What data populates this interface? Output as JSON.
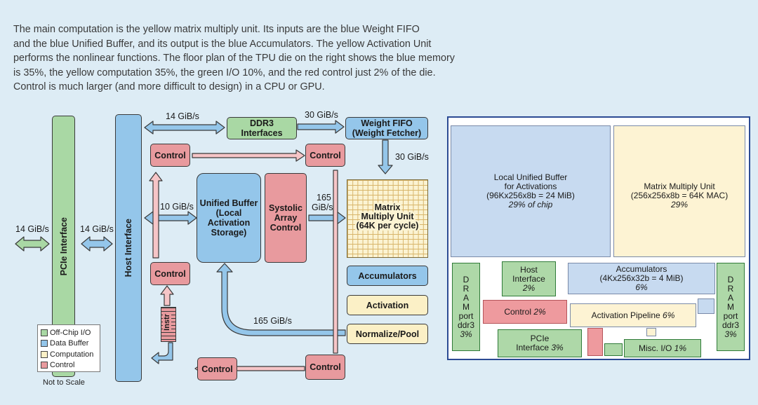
{
  "caption": [
    "The main computation is the yellow matrix multiply unit. Its inputs are the blue Weight FIFO",
    "and the blue Unified Buffer, and its output is the blue Accumulators. The yellow Activation Unit",
    "performs the nonlinear functions. The floor plan of the TPU die on the right shows the blue memory",
    "is 35%, the yellow computation 35%, the green I/O 10%, and the red control just 2% of the die.",
    "Control is much larger (and more difficult to design) in a CPU or GPU."
  ],
  "diagram": {
    "pcie_interface": "PCIe Interface",
    "host_interface": "Host Interface",
    "ddr3_interfaces": [
      "DDR3",
      "Interfaces"
    ],
    "weight_fifo": [
      "Weight FIFO",
      "(Weight Fetcher)"
    ],
    "control": "Control",
    "unified_buffer": [
      "Unified Buffer",
      "(Local",
      "Activation",
      "Storage)"
    ],
    "systolic_array_control": [
      "Systolic",
      "Array",
      "Control"
    ],
    "matrix_multiply_unit": [
      "Matrix",
      "Multiply Unit",
      "(64K per cycle)"
    ],
    "accumulators": "Accumulators",
    "activation": "Activation",
    "normalize_pool": "Normalize/Pool",
    "instr": "Instr",
    "bw_14_left": "14 GiB/s",
    "bw_14_mid": "14 GiB/s",
    "bw_14_top": "14 GiB/s",
    "bw_30_top": "30 GiB/s",
    "bw_30_right": "30 GiB/s",
    "bw_10": "10 GiB/s",
    "bw_165_top": "165",
    "bw_165_unit": "GiB/s",
    "bw_165_bottom": "165 GiB/s"
  },
  "legend": {
    "items": [
      {
        "label": "Off-Chip I/O",
        "color": "#a9d8a4"
      },
      {
        "label": "Data Buffer",
        "color": "#94c6ea"
      },
      {
        "label": "Computation",
        "color": "#fbf0c6"
      },
      {
        "label": "Control",
        "color": "#e89a9e"
      }
    ],
    "note": "Not to Scale"
  },
  "floorplan": {
    "local_unified_buffer": {
      "lines": [
        "Local Unified Buffer",
        "for Activations",
        "(96Kx256x8b = 24 MiB)"
      ],
      "pct": "29% of chip"
    },
    "matrix_multiply_unit": {
      "lines": [
        "Matrix Multiply Unit",
        "(256x256x8b = 64K MAC)"
      ],
      "pct": "29%"
    },
    "host_interface": {
      "lines": [
        "Host",
        "Interface"
      ],
      "pct": "2%"
    },
    "accumulators": {
      "lines": [
        "Accumulators",
        "(4Kx256x32b = 4 MiB)"
      ],
      "pct": "6%"
    },
    "control": {
      "label": "Control",
      "pct": "2%"
    },
    "activation_pipeline": {
      "label": "Activation Pipeline",
      "pct": "6%"
    },
    "pcie_interface": {
      "lines": [
        "PCIe"
      ],
      "label": "Interface",
      "pct": "3%"
    },
    "misc_io": {
      "label": "Misc. I/O",
      "pct": "1%"
    },
    "dram_left": {
      "lines": [
        "D",
        "R",
        "A",
        "M",
        "port",
        "ddr3"
      ],
      "pct": "3%"
    },
    "dram_right": {
      "lines": [
        "D",
        "R",
        "A",
        "M",
        "port",
        "ddr3"
      ],
      "pct": "3%"
    }
  },
  "colors": {
    "offchip": "#a9d8a4",
    "buffer": "#94c6ea",
    "compute": "#fbf0c6",
    "control": "#e89a9e"
  }
}
